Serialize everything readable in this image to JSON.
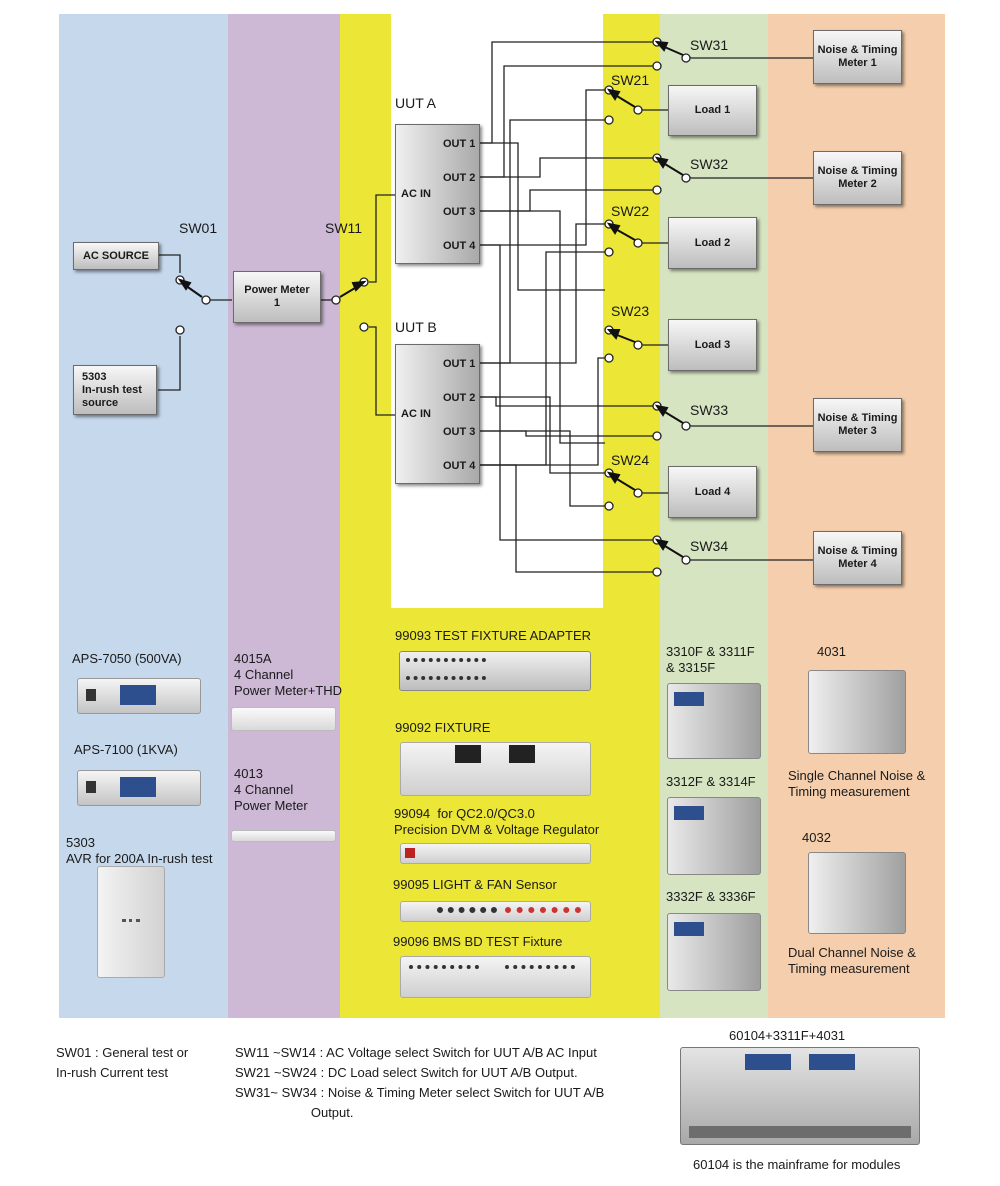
{
  "colors": {
    "blue": "#c5d8ec",
    "purple": "#cdb8d6",
    "yellow": "#ece736",
    "green": "#d6e4c2",
    "orange": "#f5cfad"
  },
  "switches": {
    "sw01": "SW01",
    "sw11": "SW11",
    "sw21": "SW21",
    "sw22": "SW22",
    "sw23": "SW23",
    "sw24": "SW24",
    "sw31": "SW31",
    "sw32": "SW32",
    "sw33": "SW33",
    "sw34": "SW34"
  },
  "boxes": {
    "ac_source": "AC SOURCE",
    "inrush_source": "5303\nIn-rush test\nsource",
    "power_meter": "Power Meter\n1",
    "load1": "Load 1",
    "load2": "Load 2",
    "load3": "Load 3",
    "load4": "Load 4",
    "ntm1": "Noise & Timing\nMeter 1",
    "ntm2": "Noise & Timing\nMeter 2",
    "ntm3": "Noise & Timing\nMeter 3",
    "ntm4": "Noise & Timing\nMeter 4"
  },
  "uut_a": {
    "title": "UUT A",
    "ac_in": "AC IN",
    "out1": "OUT 1",
    "out2": "OUT 2",
    "out3": "OUT 3",
    "out4": "OUT 4"
  },
  "uut_b": {
    "title": "UUT B",
    "ac_in": "AC IN",
    "out1": "OUT 1",
    "out2": "OUT 2",
    "out3": "OUT 3",
    "out4": "OUT 4"
  },
  "products": {
    "aps7050": "APS-7050 (500VA)",
    "aps7100": "APS-7100 (1KVA)",
    "avr5303": "5303\nAVR for 200A In-rush test",
    "pm4015a": "4015A\n4 Channel\nPower Meter+THD",
    "pm4013": "4013\n4 Channel\nPower Meter",
    "f99093": "99093 TEST FIXTURE ADAPTER",
    "f99092": "99092 FIXTURE",
    "f99094": "99094  for QC2.0/QC3.0\nPrecision DVM & Voltage Regulator",
    "f99095": "99095 LIGHT & FAN Sensor",
    "f99096": "99096 BMS BD TEST Fixture",
    "load3310": "3310F & 3311F\n& 3315F",
    "load3312": "3312F & 3314F",
    "load3332": "3332F & 3336F",
    "n4031": "4031",
    "n4031_desc": "Single Channel Noise &\nTiming measurement",
    "n4032": "4032",
    "n4032_desc": "Dual Channel Noise &\nTiming measurement",
    "mainframe": "60104+3311F+4031",
    "mainframe_note": "60104 is the mainframe for modules"
  },
  "legend": {
    "sw01": "SW01 : General test or\nIn-rush Current test",
    "sw1x": "SW11 ~SW14 : AC Voltage select Switch for UUT A/B AC Input\nSW21 ~SW24 : DC Load select Switch for UUT A/B Output.\nSW31~ SW34 : Noise & Timing Meter select Switch for UUT A/B\n                     Output."
  }
}
